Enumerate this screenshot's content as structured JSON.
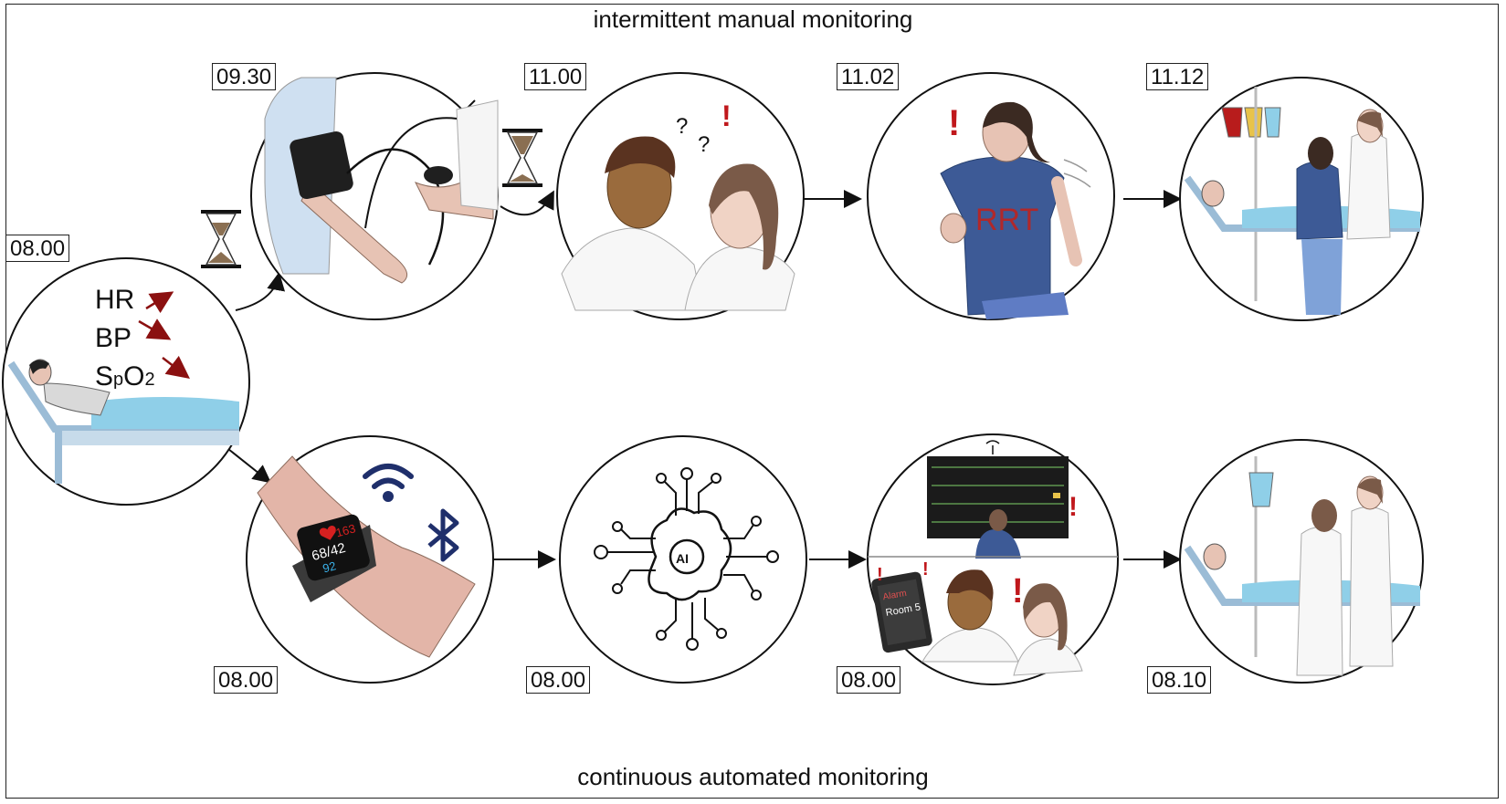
{
  "headings": {
    "top": "intermittent manual monitoring",
    "bottom": "continuous automated monitoring"
  },
  "times": {
    "start": "08.00",
    "manual_bp": "09.30",
    "manual_review": "11.00",
    "manual_rrt": "11.02",
    "manual_treatment": "11.12",
    "auto_wearable": "08.00",
    "auto_ai": "08.00",
    "auto_alert": "08.00",
    "auto_treatment": "08.10"
  },
  "vitals": {
    "hr": "HR",
    "bp": "BP",
    "spo2_s": "S",
    "spo2_p": "p",
    "spo2_o": "O",
    "spo2_2": "2"
  },
  "watch": {
    "hr_value": "163",
    "bp_value": "68/42",
    "spo2_value": "92"
  },
  "ai_label": "AI",
  "rrt_label": "RRT",
  "tablet": {
    "alarm": "Alarm",
    "room": "Room 5"
  },
  "colors": {
    "trend_arrow": "#8b1010",
    "alert_mark": "#c0181c",
    "scrubs": "#3d5a96",
    "bed": "#9bbcd6",
    "sheet": "#8fcfe8",
    "skin_light": "#e7c3b4",
    "skin_dark": "#9a6b3d",
    "hair": "#7a5a48"
  }
}
